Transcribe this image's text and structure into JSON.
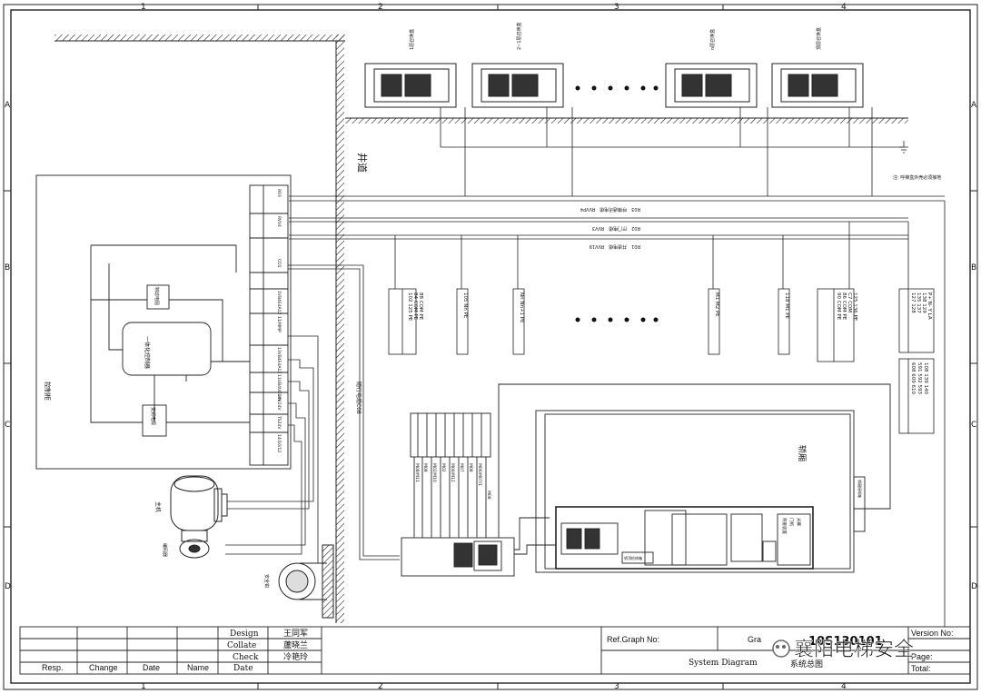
{
  "grid": {
    "cols": [
      "1",
      "2",
      "3",
      "4"
    ],
    "rows": [
      "A",
      "B",
      "C",
      "D"
    ]
  },
  "shaft_label": "井道",
  "ground_note": "注: 呼梯盒外壳必须接地",
  "cables": {
    "r03": "R03　呼梯通讯电缆　RVVP4",
    "r02": "R02　厅门电缆　RVV3",
    "r01": "R01　井道电缆　RVV19",
    "travel": "随行电缆C08"
  },
  "hall_stations": [
    "1层召唤盒",
    "2~1层召唤盒",
    "n层召唤盒",
    "顶层召唤盒"
  ],
  "terminals": [
    {
      "rows": [
        "102 125 PE",
        "84 COM PE",
        "88 COM PE"
      ]
    },
    {
      "rows": [
        "105 Nn PE"
      ]
    },
    {
      "rows": [
        "Nn Nn+1 PE"
      ]
    },
    {
      "rows": [
        "M1 M2 PE"
      ]
    },
    {
      "rows": [
        "118 M1 PE"
      ]
    },
    {
      "rows": [
        "90 COM PE",
        "86 COM PE",
        "C7 COM",
        "125 136 PE"
      ]
    },
    {
      "rows": [
        "127 128",
        "135 137",
        "138 129",
        "P+ N- Y LA"
      ]
    }
  ],
  "terminal_sub": [
    "608 609 610",
    "591 592 593",
    "108 139 140"
  ],
  "cabinet": {
    "title": "控制柜",
    "main_board": "一体化控制器",
    "left_unit_top": "制动电阻",
    "left_unit_bottom": "变频电源",
    "strip": [
      "R03",
      "RVV4",
      "CO1",
      "1VB4E4A12",
      "11/MMP",
      "13VB4E4A12",
      "11UB4UCOM",
      "24V24V",
      "TS24V",
      "14/10/12"
    ]
  },
  "motor": {
    "label1": "主机",
    "label2": "编码器"
  },
  "brake_label": "安全钳",
  "car": {
    "title": "轿厢",
    "car_top_box": "轿顶检修箱",
    "door_op": "门机控制箱",
    "cable_labels": [
      "M08/M11",
      "M08",
      "M02/M10",
      "M02",
      "M06/M12",
      "M07",
      "M08",
      "M06/M07/1",
      "M08"
    ],
    "vert_labels": [
      "称重装置",
      "门机",
      "光幕"
    ],
    "side_note": "轿厢接线箱"
  },
  "title_block": {
    "design_label": "Design",
    "design_name": "王同军",
    "collate_label": "Collate",
    "collate_name": "蘆晓兰",
    "check_label": "Check",
    "check_name": "冷艳玲",
    "date_label": "Date",
    "resp": "Resp.",
    "change": "Change",
    "date": "Date",
    "name": "Name",
    "ref_graph": "Ref.Graph No:",
    "graph_no_label": "Gra",
    "graph_no": "10S130101",
    "system_diagram": "System Diagram",
    "cn_title": "系统总图",
    "version": "Version No:",
    "page": "Page:",
    "total": "Total:",
    "watermark": "襄阳电梯安全"
  }
}
